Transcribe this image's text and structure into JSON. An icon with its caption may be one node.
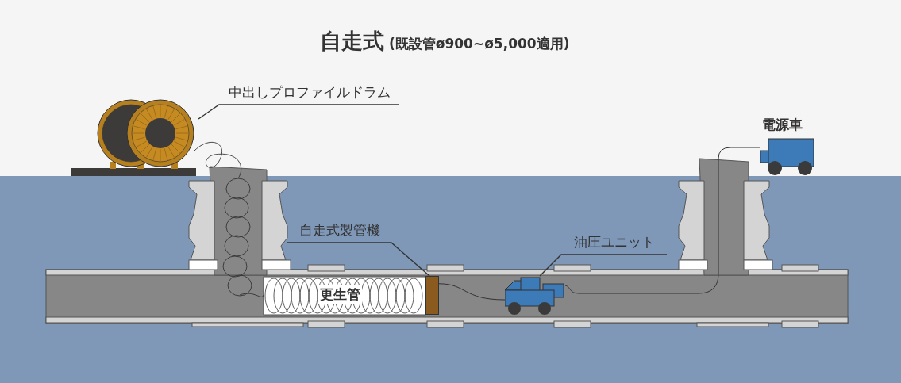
{
  "diagram": {
    "title": "自走式",
    "nodes": [
      {
        "text": [
          "中出しプロファイルドラム"
        ]
      },
      {
        "text": [],
        "shape": "picture"
      },
      {
        "text": [
          "自走式製管機"
        ]
      },
      {
        "text": [],
        "shape": "box"
      },
      {
        "text": [
          "油圧ユニット"
        ]
      },
      {
        "text": [],
        "shape": "picture"
      }
    ],
    "edges": [
      {
        "from": 0,
        "to": 1,
        "arrow": "none"
      },
      {
        "from": 2,
        "to": 3,
        "arrow": "none"
      },
      {
        "from": 4,
        "to": 5,
        "arrow": "none"
      },
      {
        "from": 3,
        "to": 5,
        "arrow": "none"
      }
    ],
    "labels": [
      "(既設管ø900~ø5,000適用)",
      "電源車",
      "更生管"
    ]
  }
}
